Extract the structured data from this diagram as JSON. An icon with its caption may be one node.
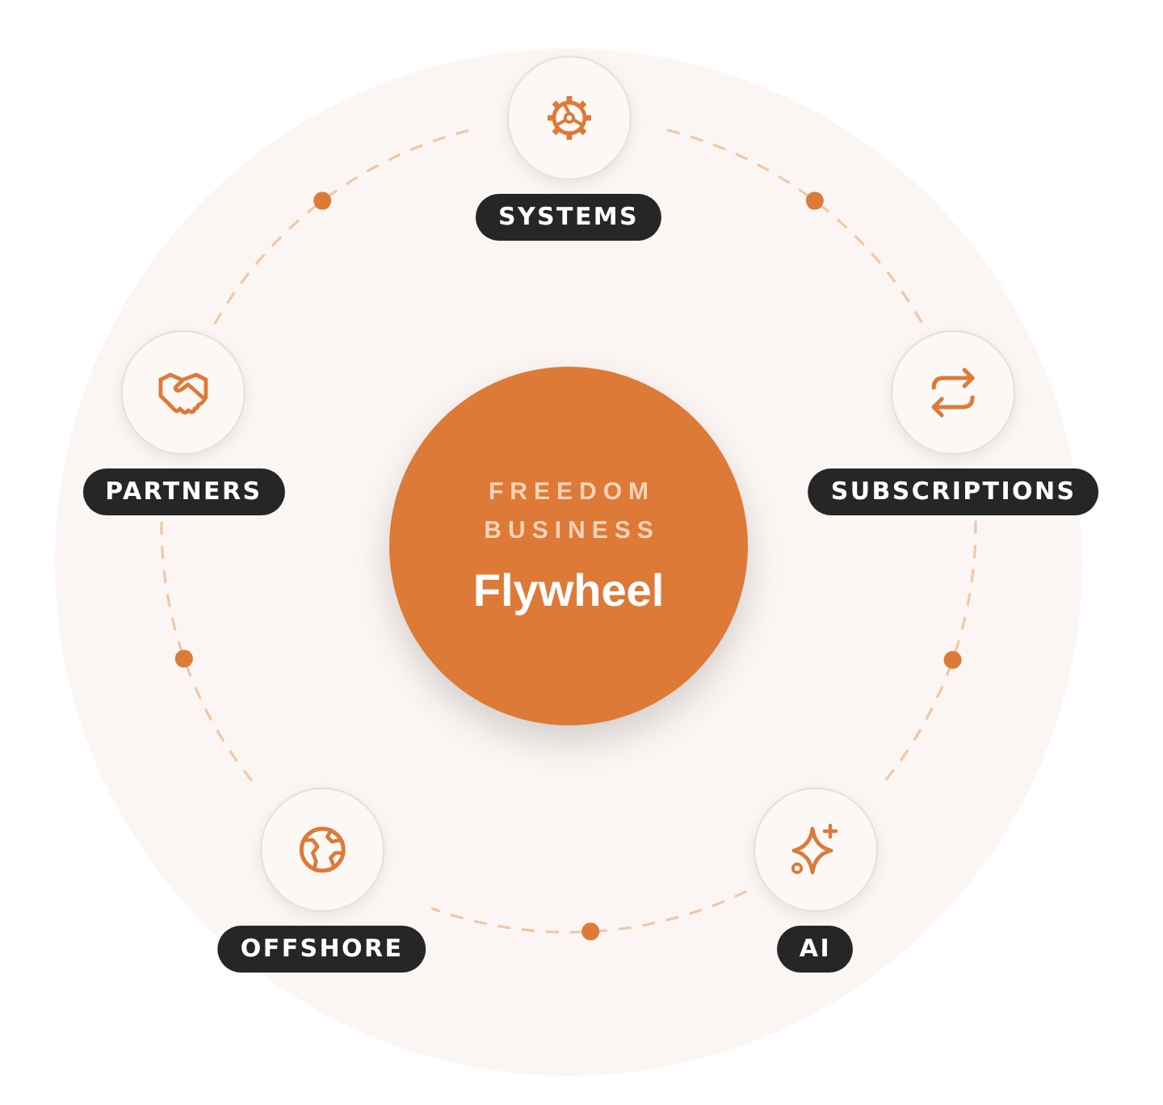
{
  "diagram": {
    "nodes": [
      {
        "text": [
          "FREEDOM BUSINESS",
          "Flywheel"
        ]
      },
      {
        "text": [
          "SYSTEMS"
        ]
      },
      {
        "text": [
          "SUBSCRIPTIONS"
        ]
      },
      {
        "text": [
          "AI"
        ]
      },
      {
        "text": [
          "OFFSHORE"
        ]
      },
      {
        "text": [
          "PARTNERS"
        ]
      }
    ],
    "edges": [
      {
        "from": 1,
        "to": 2,
        "arrow": "none",
        "style": "dashed"
      },
      {
        "from": 2,
        "to": 3,
        "arrow": "none",
        "style": "dashed"
      },
      {
        "from": 3,
        "to": 4,
        "arrow": "none",
        "style": "dashed"
      },
      {
        "from": 4,
        "to": 5,
        "arrow": "none",
        "style": "dashed"
      },
      {
        "from": 5,
        "to": 1,
        "arrow": "none",
        "style": "dashed"
      }
    ]
  }
}
